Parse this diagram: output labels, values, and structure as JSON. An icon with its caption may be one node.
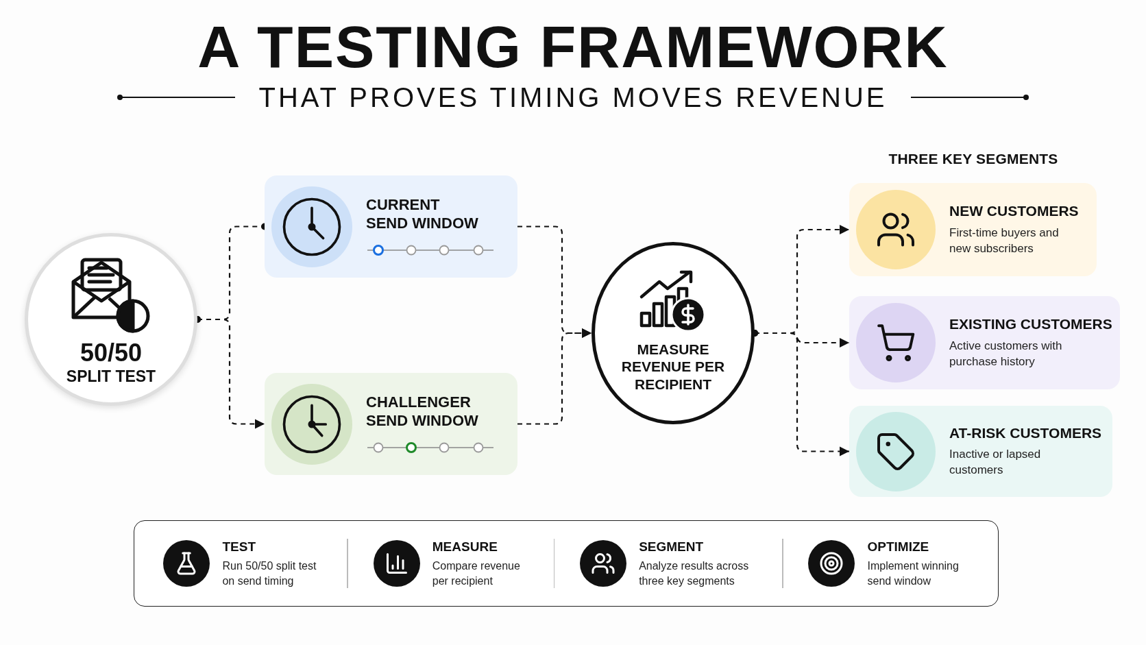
{
  "diagram": {
    "title": "A TESTING FRAMEWORK",
    "nodes": [
      {
        "text": [
          "50/50",
          "SPLIT TEST"
        ]
      },
      {
        "text": [
          "CURRENT SEND WINDOW"
        ]
      },
      {
        "text": [
          "CHALLENGER SEND WINDOW"
        ]
      },
      {
        "text": [
          "MEASURE REVENUE PER RECIPIENT"
        ]
      },
      {
        "text": [
          "NEW CUSTOMERS",
          "First-time buyers and new subscribers"
        ]
      },
      {
        "text": [
          "EXISTING CUSTOMERS",
          "Active customers with purchase history"
        ]
      },
      {
        "text": [
          "AT-RISK CUSTOMERS",
          "Inactive or lapsed customers"
        ]
      },
      {
        "text": [],
        "shape": "box"
      },
      {
        "text": [
          "TEST",
          "Run 50/50 split test on send timing"
        ],
        "in": 7
      },
      {
        "text": [
          "MEASURE",
          "Compare revenue per recipient"
        ],
        "in": 7
      },
      {
        "text": [
          "SEGMENT",
          "Analyze results across three key segments"
        ],
        "in": 7
      },
      {
        "text": [
          "OPTIMIZE",
          "Implement winning send window"
        ],
        "in": 7
      }
    ],
    "edges": [
      {
        "from": 0,
        "to": 1,
        "arrow": "other",
        "style": "dashed"
      },
      {
        "from": 0,
        "to": 2,
        "arrow": "to",
        "style": "dashed"
      },
      {
        "from": 1,
        "to": 3,
        "arrow": "to",
        "style": "dashed"
      },
      {
        "from": 2,
        "to": 3,
        "arrow": "to",
        "style": "dashed"
      },
      {
        "from": 3,
        "to": 4,
        "arrow": "to",
        "style": "dashed"
      },
      {
        "from": 3,
        "to": 5,
        "arrow": "to",
        "style": "dashed"
      },
      {
        "from": 3,
        "to": 6,
        "arrow": "to",
        "style": "dashed"
      }
    ],
    "labels": [
      "THAT PROVES TIMING MOVES REVENUE",
      "THREE KEY SEGMENTS"
    ]
  }
}
